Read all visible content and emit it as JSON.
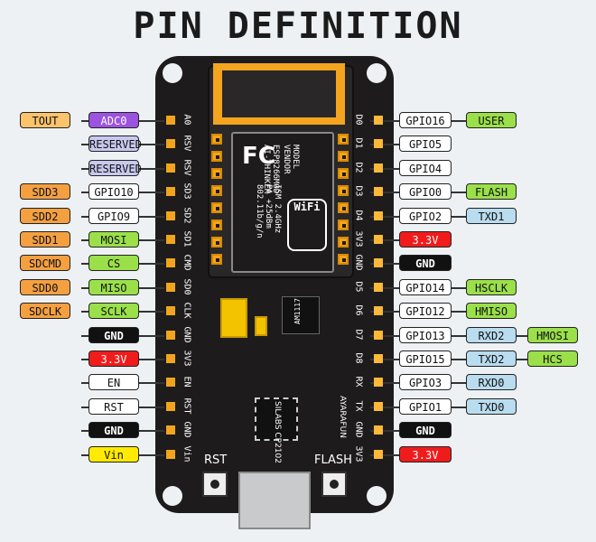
{
  "title": "PIN DEFINITION",
  "colors": {
    "orange": "#f4a041",
    "purple": "#9b53e0",
    "lavender": "#c8c9ef",
    "white": "#ffffff",
    "green": "#9be04a",
    "black": "#111111",
    "red": "#f01c1c",
    "yellow": "#ffea00",
    "lightblue": "#b9dcef",
    "lightorange": "#fbc36b"
  },
  "left_pins": [
    {
      "pin": "A0",
      "labels": [
        {
          "text": "TOUT",
          "color": "lightorange"
        },
        {
          "text": "ADC0",
          "color": "purple"
        }
      ]
    },
    {
      "pin": "RSV",
      "labels": [
        {
          "text": "RESERVED",
          "color": "lavender"
        }
      ]
    },
    {
      "pin": "RSV",
      "labels": [
        {
          "text": "RESERVED",
          "color": "lavender"
        }
      ]
    },
    {
      "pin": "SD3",
      "labels": [
        {
          "text": "SDD3",
          "color": "orange"
        },
        {
          "text": "GPIO10",
          "color": "white"
        }
      ]
    },
    {
      "pin": "SD2",
      "labels": [
        {
          "text": "SDD2",
          "color": "orange"
        },
        {
          "text": "GPIO9",
          "color": "white"
        }
      ]
    },
    {
      "pin": "SD1",
      "labels": [
        {
          "text": "SDD1",
          "color": "orange"
        },
        {
          "text": "MOSI",
          "color": "green"
        }
      ]
    },
    {
      "pin": "CMD",
      "labels": [
        {
          "text": "SDCMD",
          "color": "orange"
        },
        {
          "text": "CS",
          "color": "green"
        }
      ]
    },
    {
      "pin": "SD0",
      "labels": [
        {
          "text": "SDD0",
          "color": "orange"
        },
        {
          "text": "MISO",
          "color": "green"
        }
      ]
    },
    {
      "pin": "CLK",
      "labels": [
        {
          "text": "SDCLK",
          "color": "orange"
        },
        {
          "text": "SCLK",
          "color": "green"
        }
      ]
    },
    {
      "pin": "GND",
      "labels": [
        {
          "text": "GND",
          "color": "black"
        }
      ]
    },
    {
      "pin": "3V3",
      "labels": [
        {
          "text": "3.3V",
          "color": "red"
        }
      ]
    },
    {
      "pin": "EN",
      "labels": [
        {
          "text": "EN",
          "color": "white"
        }
      ]
    },
    {
      "pin": "RST",
      "labels": [
        {
          "text": "RST",
          "color": "white"
        }
      ]
    },
    {
      "pin": "GND",
      "labels": [
        {
          "text": "GND",
          "color": "black"
        }
      ]
    },
    {
      "pin": "Vin",
      "labels": [
        {
          "text": "Vin",
          "color": "yellow"
        }
      ]
    }
  ],
  "right_pins": [
    {
      "pin": "D0",
      "labels": [
        {
          "text": "GPIO16",
          "color": "white"
        },
        {
          "text": "USER",
          "color": "green"
        }
      ]
    },
    {
      "pin": "D1",
      "labels": [
        {
          "text": "GPIO5",
          "color": "white"
        }
      ]
    },
    {
      "pin": "D2",
      "labels": [
        {
          "text": "GPIO4",
          "color": "white"
        }
      ]
    },
    {
      "pin": "D3",
      "labels": [
        {
          "text": "GPIO0",
          "color": "white"
        },
        {
          "text": "FLASH",
          "color": "green"
        }
      ]
    },
    {
      "pin": "D4",
      "labels": [
        {
          "text": "GPIO2",
          "color": "white"
        },
        {
          "text": "TXD1",
          "color": "lightblue"
        }
      ]
    },
    {
      "pin": "3V3",
      "labels": [
        {
          "text": "3.3V",
          "color": "red"
        }
      ]
    },
    {
      "pin": "GND",
      "labels": [
        {
          "text": "GND",
          "color": "black"
        }
      ]
    },
    {
      "pin": "D5",
      "labels": [
        {
          "text": "GPIO14",
          "color": "white"
        },
        {
          "text": "HSCLK",
          "color": "green"
        }
      ]
    },
    {
      "pin": "D6",
      "labels": [
        {
          "text": "GPIO12",
          "color": "white"
        },
        {
          "text": "HMISO",
          "color": "green"
        }
      ]
    },
    {
      "pin": "D7",
      "labels": [
        {
          "text": "GPIO13",
          "color": "white"
        },
        {
          "text": "RXD2",
          "color": "lightblue"
        },
        {
          "text": "HMOSI",
          "color": "green"
        }
      ]
    },
    {
      "pin": "D8",
      "labels": [
        {
          "text": "GPIO15",
          "color": "white"
        },
        {
          "text": "TXD2",
          "color": "lightblue"
        },
        {
          "text": "HCS",
          "color": "green"
        }
      ]
    },
    {
      "pin": "RX",
      "labels": [
        {
          "text": "GPIO3",
          "color": "white"
        },
        {
          "text": "RXD0",
          "color": "lightblue"
        }
      ]
    },
    {
      "pin": "TX",
      "labels": [
        {
          "text": "GPIO1",
          "color": "white"
        },
        {
          "text": "TXD0",
          "color": "lightblue"
        }
      ]
    },
    {
      "pin": "GND",
      "labels": [
        {
          "text": "GND",
          "color": "black"
        }
      ]
    },
    {
      "pin": "3V3",
      "labels": [
        {
          "text": "3.3V",
          "color": "red"
        }
      ]
    }
  ],
  "module": {
    "logo": "FC",
    "lines": [
      "MODEL",
      "VENDOR",
      "ISM 2.4GHz",
      "PA +25dBm",
      "802.11b/g/n"
    ],
    "lines2": [
      "ESP8266MOD",
      "AI-THINKER"
    ],
    "wifi": "WiFi"
  },
  "board": {
    "regulator": "AM1117",
    "chip_lines": [
      "SILABS",
      "CP2102"
    ],
    "brand": "AYARAFUN",
    "rst_label": "RST",
    "flash_label": "FLASH"
  }
}
